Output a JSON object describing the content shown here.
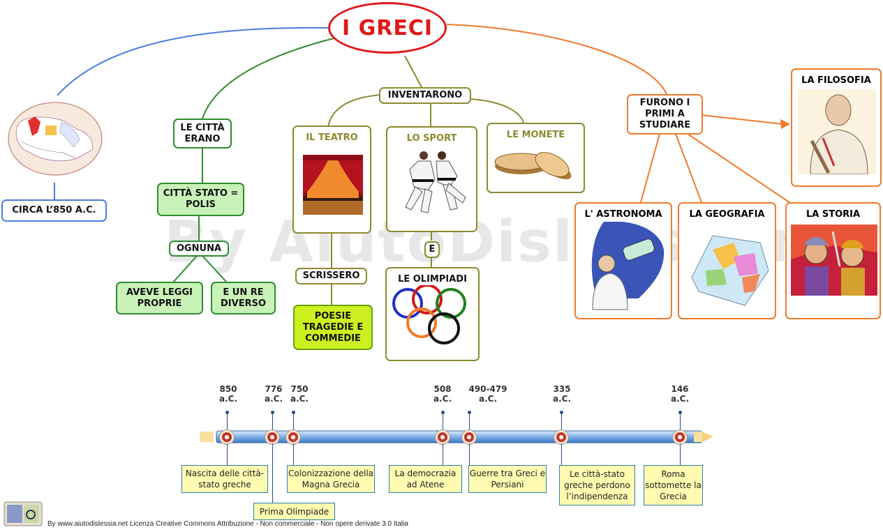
{
  "title": "I GRECI",
  "left": {
    "map_label": "CIRCA L’850 A.C."
  },
  "cities": {
    "label": "LE CITTÀ ERANO",
    "polis": "CITTÀ STATO = POLIS",
    "ognuna": "OGNUNA",
    "laws": "AVEVE LEGGI PROPRIE",
    "king": "E UN RE DIVERSO"
  },
  "inventions": {
    "label": "INVENTARONO",
    "theatre": "IL TEATRO",
    "sport": "LO SPORT",
    "coins": "LE MONETE",
    "e": "E",
    "olympics": "LE OLIMPIADI",
    "wrote": "SCRISSERO",
    "poems": "POESIE TRAGEDIE E COMMEDIE"
  },
  "studies": {
    "label": "FURONO I PRIMI A STUDIARE",
    "philosophy": "LA FILOSOFIA",
    "astronomy": "L' ASTRONOMA",
    "geography": "LA GEOGRAFIA",
    "history": "LA STORIA"
  },
  "watermark": "By AiutoDislessia.net",
  "timeline": [
    {
      "year": "850",
      "era": "a.C.",
      "label": "Nascita delle città-stato greche"
    },
    {
      "year": "776",
      "era": "a.C.",
      "label": "Prima Olimpiade"
    },
    {
      "year": "750",
      "era": "a.C.",
      "label": "Colonizzazione della Magna Grecia"
    },
    {
      "year": "508",
      "era": "a.C.",
      "label": "La democrazia ad Atene"
    },
    {
      "year": "490-479",
      "era": "a.C.",
      "label": "Guerre tra Greci e Persiani"
    },
    {
      "year": "335",
      "era": "a.C.",
      "label": "Le città-stato greche perdono l’indipendenza"
    },
    {
      "year": "146",
      "era": "a.C.",
      "label": "Roma sottomette la Grecia"
    }
  ],
  "footer": "By www.aiutodislessia.net Licenza Creative Commons Attribuzione - Non commerciale - Non opere derivate 3.0 Italia",
  "colors": {
    "title_red": "#e01818",
    "green": "#2e8b2e",
    "olive": "#8c8a2c",
    "orange": "#f07a2a",
    "blue": "#4a7de0",
    "timeline_label_bg": "#fffbb0"
  }
}
